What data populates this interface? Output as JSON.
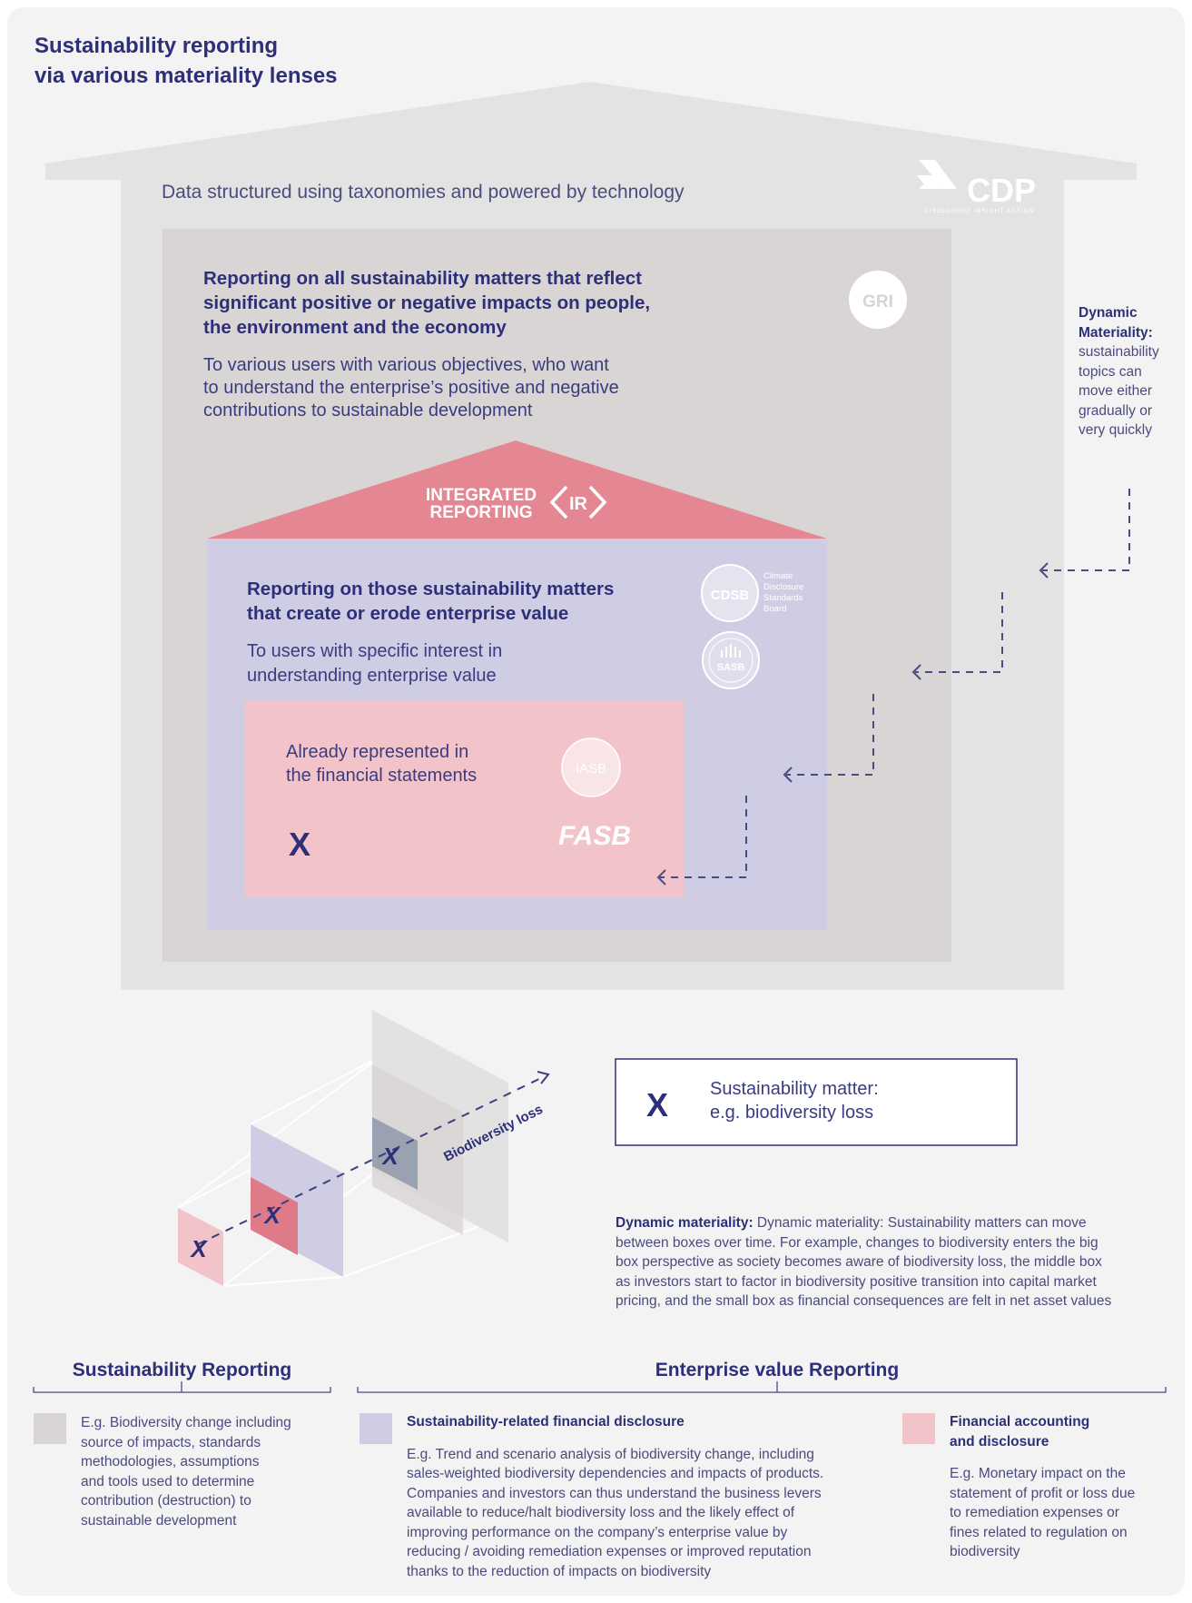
{
  "title": {
    "line1": "Sustainability reporting",
    "line2": "via various materiality lenses"
  },
  "outer_house": {
    "subtitle": "Data structured using taxonomies and powered by technology",
    "logo": {
      "name": "CDP",
      "tagline": "DISCLOSURE INSIGHT ACTION"
    }
  },
  "sustainability_box": {
    "heading_lines": [
      "Reporting on all sustainability matters that reflect",
      "significant positive or negative impacts on people,",
      "the environment and the economy"
    ],
    "text_lines": [
      "To various users with various objectives, who want",
      "to understand the enterprise’s positive and negative",
      "contributions to sustainable development"
    ],
    "logo": "GRI"
  },
  "integrated_reporting": {
    "line1": "INTEGRATED",
    "line2": "REPORTING",
    "mark": "IR"
  },
  "enterprise_box": {
    "heading_lines": [
      "Reporting on those sustainability matters",
      "that create or erode enterprise value"
    ],
    "text_lines": [
      "To users with specific interest in",
      "understanding enterprise value"
    ],
    "cdsb": {
      "abbr": "CDSB",
      "name_lines": [
        "Climate",
        "Disclosure",
        "Standards",
        "Board"
      ]
    },
    "sasb": "SASB"
  },
  "financial_box": {
    "text_lines": [
      "Already represented in",
      "the financial statements"
    ],
    "marker": "X",
    "iasb": "IASB",
    "fasb": "FASB"
  },
  "dynamic_side": {
    "lead_lines": [
      "Dynamic",
      "Materiality:"
    ],
    "text_lines": [
      "sustainability",
      "topics can",
      "move either",
      "gradually or",
      "very quickly"
    ]
  },
  "illustration": {
    "arrow_label": "Biodiversity loss",
    "markers": [
      "X",
      "X",
      "X"
    ]
  },
  "legend": {
    "marker": "X",
    "text_lines": [
      "Sustainability matter:",
      "e.g. biodiversity loss"
    ]
  },
  "dynamic_note": {
    "lead": "Dynamic materiality:",
    "first_line_rest": " Dynamic materiality: Sustainability matters can move",
    "lines": [
      "between boxes over time. For example, changes to biodiversity enters the big",
      "box perspective as society becomes aware of biodiversity loss, the middle box",
      "as investors start to factor in biodiversity positive transition into capital market",
      "pricing, and the small box as financial consequences are felt in net asset values"
    ]
  },
  "bottom": {
    "sustainability_header": "Sustainability Reporting",
    "enterprise_header": "Enterprise value Reporting",
    "col1": {
      "lines": [
        "E.g. Biodiversity change including",
        "source of impacts, standards",
        "methodologies, assumptions",
        "and tools used to determine",
        "contribution (destruction) to",
        "sustainable development"
      ]
    },
    "col2": {
      "title": "Sustainability-related financial disclosure",
      "lines": [
        "E.g. Trend and scenario analysis of biodiversity change, including",
        "sales-weighted biodiversity dependencies and impacts of products.",
        "Companies and investors can thus understand the business levers",
        "available to reduce/halt biodiversity loss and the likely effect of",
        "improving performance on the company’s enterprise value by",
        "reducing / avoiding remediation expenses or improved reputation",
        "thanks to the reduction of impacts on biodiversity"
      ]
    },
    "col3": {
      "title_lines": [
        "Financial accounting",
        "and disclosure"
      ],
      "lines": [
        "E.g. Monetary impact on the",
        "statement of profit or loss due",
        "to remediation expenses or",
        "fines related to regulation on",
        "biodiversity"
      ]
    }
  },
  "colors": {
    "navy": "#2d2f78",
    "outer_grey": "#e3e3e3",
    "sustainability_box": "#d9d5d4",
    "enterprise_box": "#cfcde4",
    "financial_box": "#f2c4ca",
    "ir_roof": "#e58693"
  }
}
